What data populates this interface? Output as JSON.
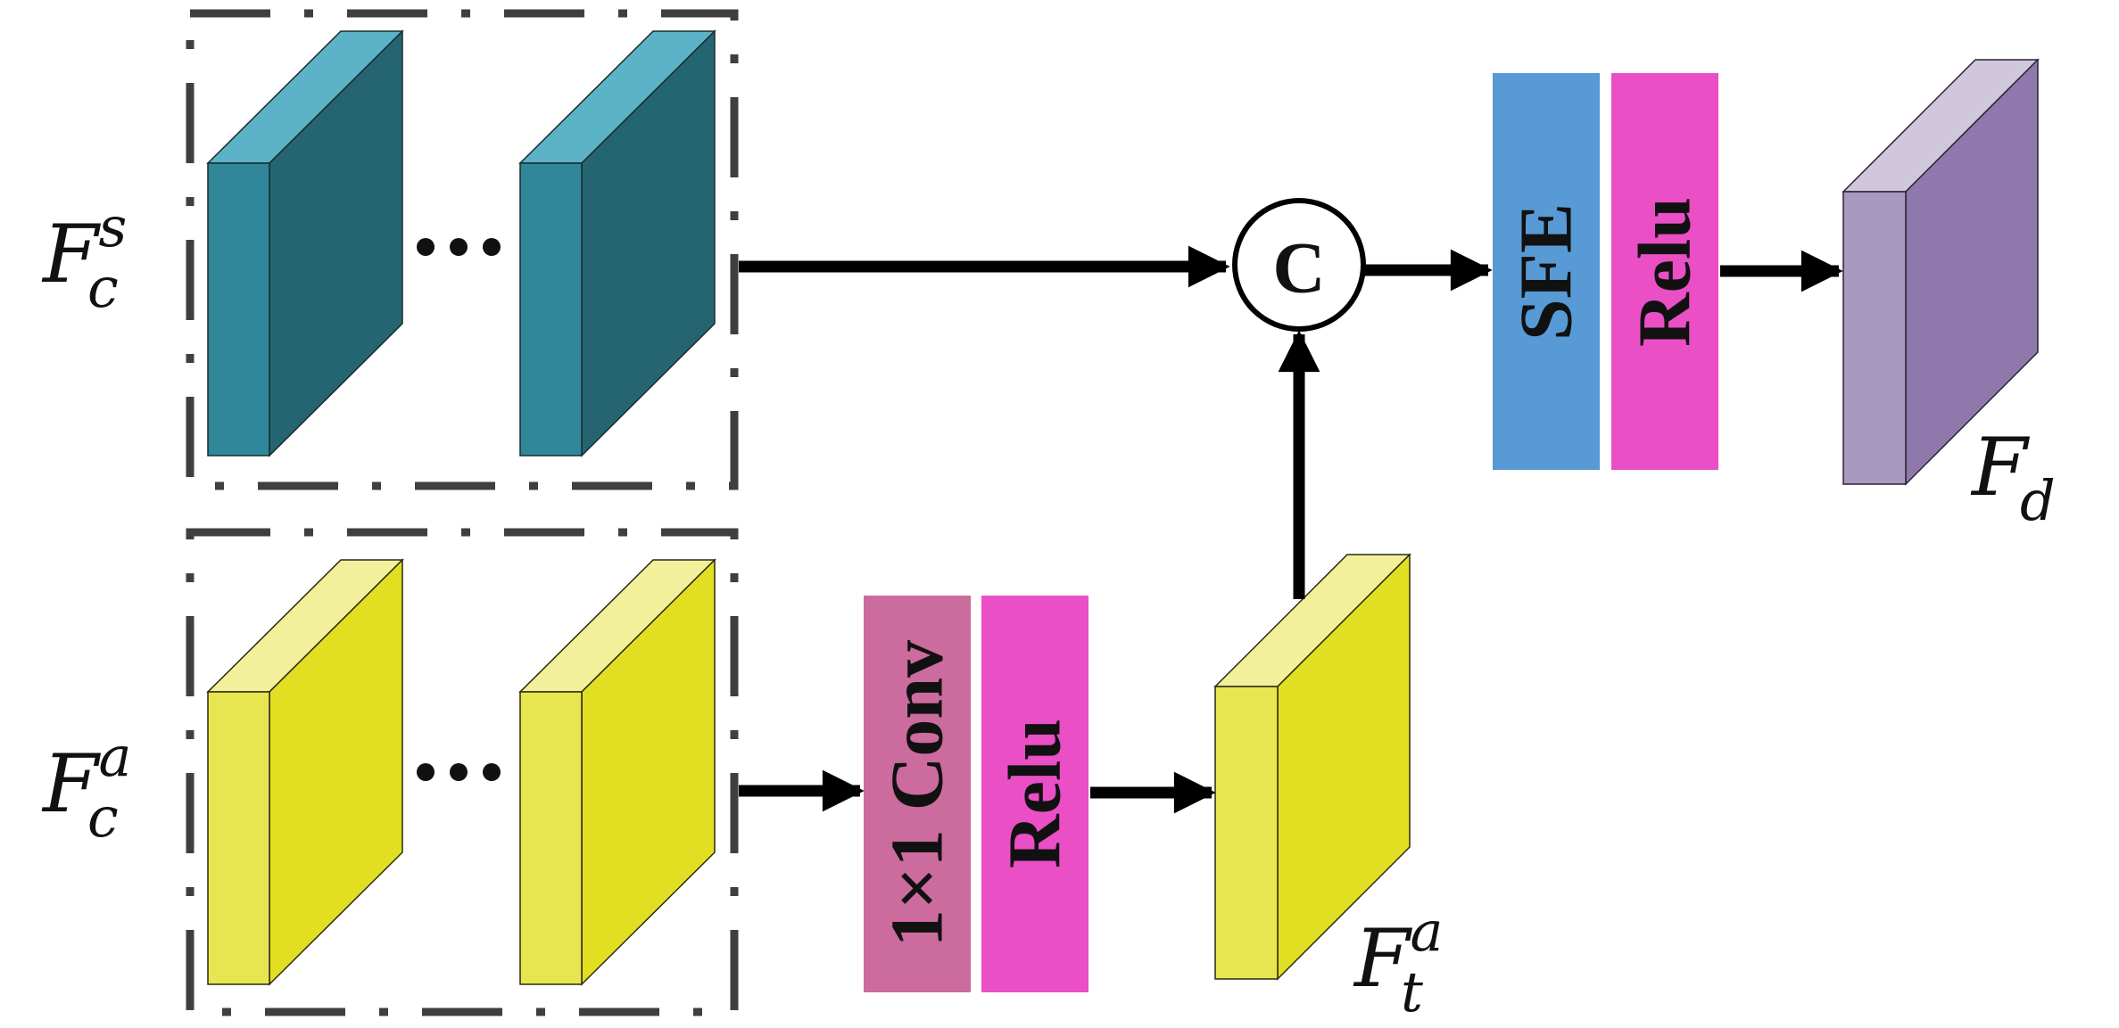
{
  "colors": {
    "teal_front": "#30879a",
    "teal_side": "#246571",
    "teal_top": "#5cb3c7",
    "yellow_front": "#e8e650",
    "yellow_side": "#e2df22",
    "yellow_top": "#f2f09a",
    "purple_front": "#a899c1",
    "purple_side": "#8f79ac",
    "purple_top": "#d0c7de",
    "sfe_block": "#579ad5",
    "relu_block": "#ea4fc5",
    "conv_block": "#cc6b9d",
    "dashed_border": "#3f3f3f",
    "arrow": "#000000"
  },
  "labels": {
    "fcs": {
      "base": "F",
      "sub": "c",
      "sup": "s"
    },
    "fca": {
      "base": "F",
      "sub": "c",
      "sup": "a"
    },
    "fta": {
      "base": "F",
      "sub": "t",
      "sup": "a"
    },
    "fd": {
      "base": "F",
      "sub": "d",
      "sup": ""
    }
  },
  "blocks": {
    "conv": "1×1 Conv",
    "relu_bottom": "Relu",
    "sfe": "SFE",
    "relu_top": "Relu"
  },
  "concat_symbol": "C",
  "ellipsis": "…"
}
